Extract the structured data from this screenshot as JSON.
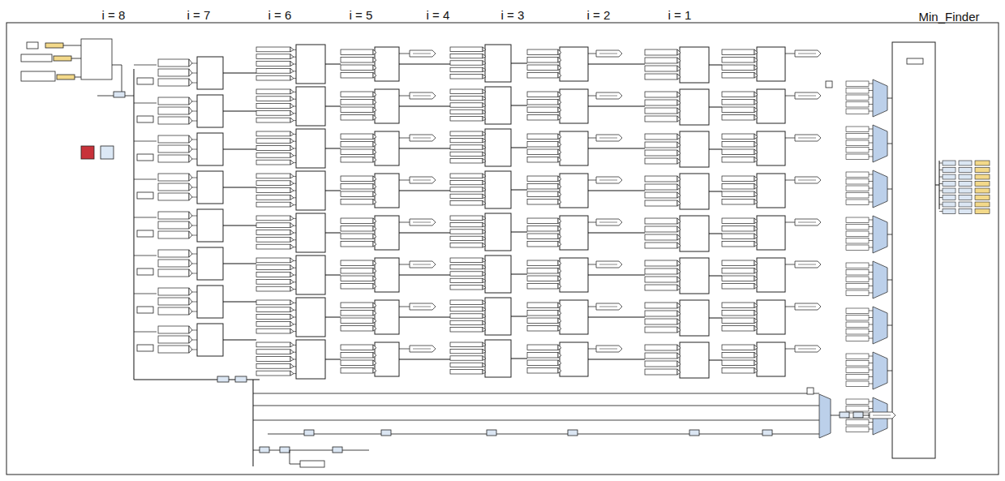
{
  "diagram": {
    "labels": [
      "i = 8",
      "i = 7",
      "i = 6",
      "i = 5",
      "i = 4",
      "i = 3",
      "i = 2",
      "i = 1",
      "Min_Finder"
    ]
  }
}
